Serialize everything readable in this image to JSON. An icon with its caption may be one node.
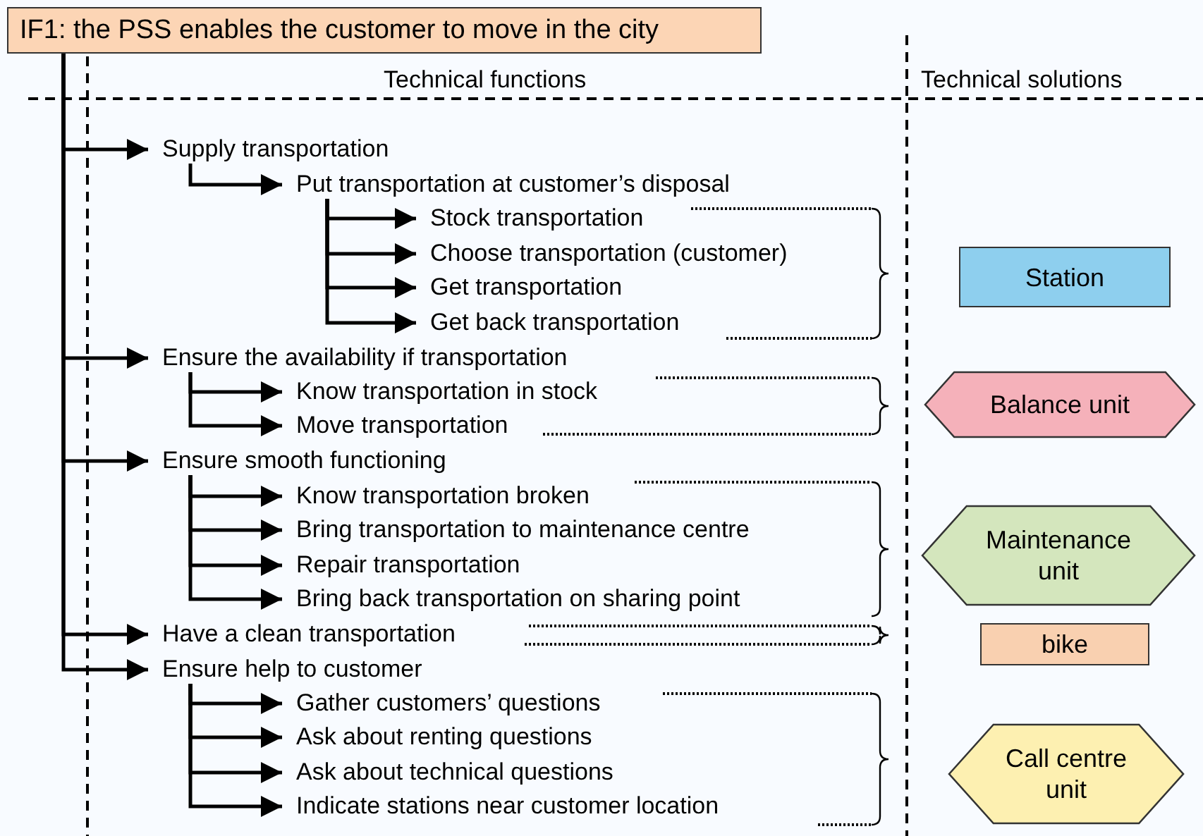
{
  "diagram": {
    "nodes": [
      {
        "text": [
          "IF1: the PSS enables the customer to move in the city"
        ]
      },
      {
        "text": [
          "Supply transportation"
        ]
      },
      {
        "text": [
          "Put transportation at customer’s disposal"
        ]
      },
      {
        "text": [
          "Stock transportation"
        ]
      },
      {
        "text": [
          "Choose transportation (customer)"
        ]
      },
      {
        "text": [
          "Get transportation"
        ]
      },
      {
        "text": [
          "Get back transportation"
        ]
      },
      {
        "text": [
          "Ensure the availability if transportation"
        ]
      },
      {
        "text": [
          "Know transportation in stock"
        ]
      },
      {
        "text": [
          "Move transportation"
        ]
      },
      {
        "text": [
          "Ensure smooth functioning"
        ]
      },
      {
        "text": [
          "Know transportation broken"
        ]
      },
      {
        "text": [
          "Bring transportation to maintenance centre"
        ]
      },
      {
        "text": [
          "Repair transportation"
        ]
      },
      {
        "text": [
          "Bring back transportation on sharing point"
        ]
      },
      {
        "text": [
          "Have a clean transportation"
        ]
      },
      {
        "text": [
          "Ensure help to customer"
        ]
      },
      {
        "text": [
          "Gather customers’ questions"
        ]
      },
      {
        "text": [
          "Ask about renting questions"
        ]
      },
      {
        "text": [
          "Ask about technical questions"
        ]
      },
      {
        "text": [
          "Indicate stations near customer location"
        ]
      },
      {
        "text": [
          "Station"
        ]
      },
      {
        "text": [
          "Balance unit"
        ]
      },
      {
        "text": [
          "Maintenance unit"
        ]
      },
      {
        "text": [
          "bike"
        ]
      },
      {
        "text": [
          "Call centre unit"
        ]
      }
    ],
    "edges": [
      {
        "from": 0,
        "to": 1,
        "arrow": "to"
      },
      {
        "from": 1,
        "to": 2,
        "arrow": "to"
      },
      {
        "from": 2,
        "to": 3,
        "arrow": "to"
      },
      {
        "from": 2,
        "to": 4,
        "arrow": "to"
      },
      {
        "from": 2,
        "to": 5,
        "arrow": "to"
      },
      {
        "from": 2,
        "to": 6,
        "arrow": "to"
      },
      {
        "from": 0,
        "to": 7,
        "arrow": "to"
      },
      {
        "from": 7,
        "to": 8,
        "arrow": "to"
      },
      {
        "from": 7,
        "to": 9,
        "arrow": "to"
      },
      {
        "from": 0,
        "to": 10,
        "arrow": "to"
      },
      {
        "from": 10,
        "to": 11,
        "arrow": "to"
      },
      {
        "from": 10,
        "to": 12,
        "arrow": "to"
      },
      {
        "from": 10,
        "to": 13,
        "arrow": "to"
      },
      {
        "from": 10,
        "to": 14,
        "arrow": "to"
      },
      {
        "from": 0,
        "to": 15,
        "arrow": "to"
      },
      {
        "from": 0,
        "to": 16,
        "arrow": "to"
      },
      {
        "from": 16,
        "to": 17,
        "arrow": "to"
      },
      {
        "from": 16,
        "to": 18,
        "arrow": "to"
      },
      {
        "from": 16,
        "to": 19,
        "arrow": "to"
      },
      {
        "from": 16,
        "to": 20,
        "arrow": "to"
      }
    ],
    "labels": [
      "Technical functions",
      "Technical solutions"
    ]
  }
}
